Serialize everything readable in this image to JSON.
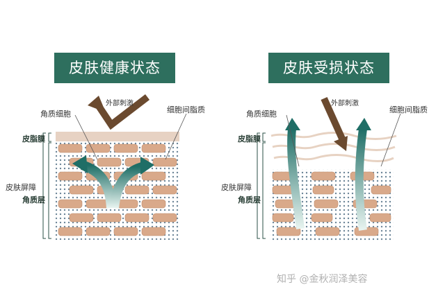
{
  "left_panel": {
    "title": "皮肤健康状态",
    "labels": {
      "external_stimulus": "外部刺激",
      "corneocyte": "角质细胞",
      "intercellular_lipid": "细胞间脂质",
      "sebum_film": "皮脂膜",
      "skin_barrier": "皮肤屏障",
      "stratum_corneum": "角质层"
    }
  },
  "right_panel": {
    "title": "皮肤受损状态",
    "labels": {
      "external_stimulus": "外部刺激",
      "corneocyte": "角质细胞",
      "intercellular_lipid": "细胞间脂质",
      "sebum_film": "皮脂膜",
      "skin_barrier": "皮肤屏障",
      "stratum_corneum": "角质层"
    }
  },
  "watermark": "知乎 @金秋润泽美容",
  "colors": {
    "title_bg": "#2e6f5e",
    "brick": "#d9a98a",
    "dot": "#3a5b74",
    "arrow_teal": "#1f6e66",
    "arrow_brown": "#6b4a2f"
  }
}
